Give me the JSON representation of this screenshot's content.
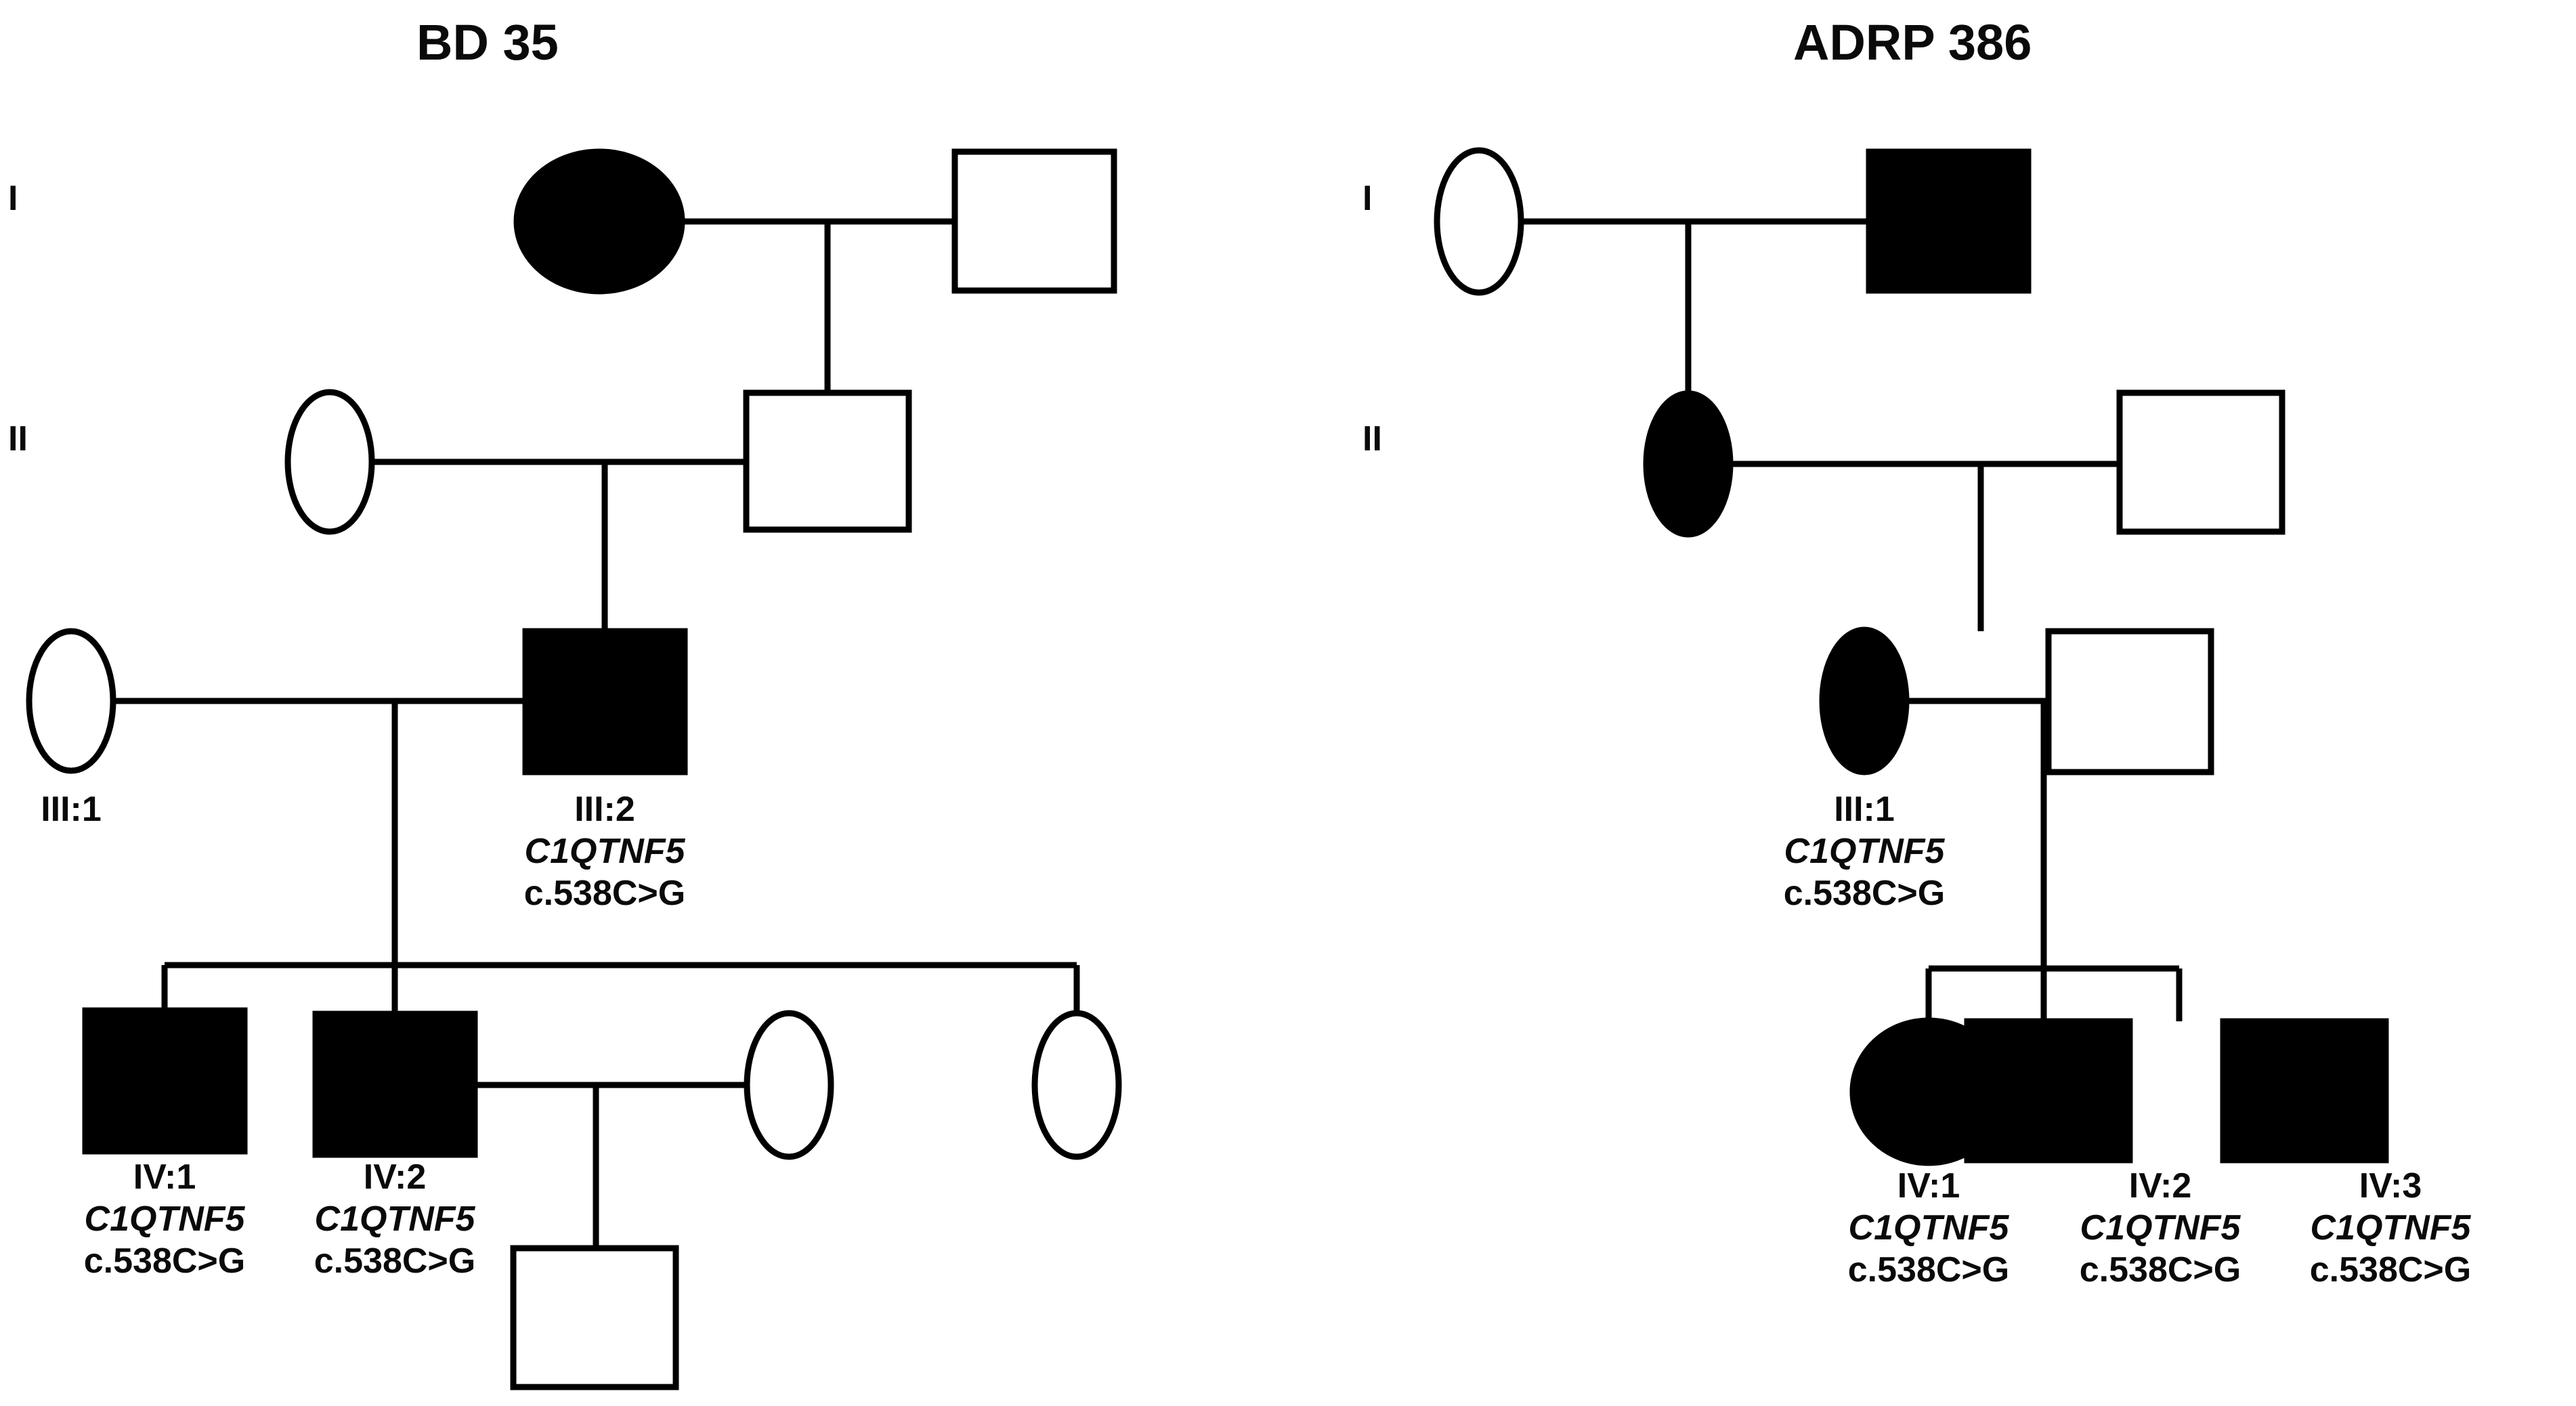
{
  "figure": {
    "background_color": "#ffffff",
    "stroke_color": "#000000",
    "affected_fill": "#000000",
    "unaffected_fill": "#ffffff"
  },
  "pedigrees": [
    {
      "id": "bd-35",
      "title": "BD 35",
      "generation_labels": [
        "I",
        "II"
      ],
      "individuals": [
        {
          "key": "I-1",
          "shape": "circle",
          "sex": "female",
          "affected": true,
          "id_label": "",
          "gene": "",
          "variant": ""
        },
        {
          "key": "I-2",
          "shape": "square",
          "sex": "male",
          "affected": false,
          "id_label": "",
          "gene": "",
          "variant": ""
        },
        {
          "key": "II-1",
          "shape": "circle",
          "sex": "female",
          "affected": false,
          "id_label": "",
          "gene": "",
          "variant": ""
        },
        {
          "key": "II-2",
          "shape": "square",
          "sex": "male",
          "affected": false,
          "id_label": "",
          "gene": "",
          "variant": ""
        },
        {
          "key": "III-1",
          "shape": "circle",
          "sex": "female",
          "affected": false,
          "id_label": "III:1",
          "gene": "",
          "variant": ""
        },
        {
          "key": "III-2",
          "shape": "square",
          "sex": "male",
          "affected": true,
          "id_label": "III:2",
          "gene": "C1QTNF5",
          "variant": "c.538C>G"
        },
        {
          "key": "IV-1",
          "shape": "square",
          "sex": "male",
          "affected": true,
          "id_label": "IV:1",
          "gene": "C1QTNF5",
          "variant": "c.538C>G"
        },
        {
          "key": "IV-2",
          "shape": "square",
          "sex": "male",
          "affected": true,
          "id_label": "IV:2",
          "gene": "C1QTNF5",
          "variant": "c.538C>G"
        },
        {
          "key": "IV-3",
          "shape": "circle",
          "sex": "female",
          "affected": false,
          "id_label": "",
          "gene": "",
          "variant": ""
        },
        {
          "key": "IV-4",
          "shape": "circle",
          "sex": "female",
          "affected": false,
          "id_label": "",
          "gene": "",
          "variant": ""
        },
        {
          "key": "V-1",
          "shape": "square",
          "sex": "male",
          "affected": false,
          "id_label": "",
          "gene": "",
          "variant": ""
        }
      ]
    },
    {
      "id": "adrp-386",
      "title": "ADRP 386",
      "generation_labels": [
        "I",
        "II"
      ],
      "individuals": [
        {
          "key": "I-1",
          "shape": "circle",
          "sex": "female",
          "affected": false,
          "id_label": "",
          "gene": "",
          "variant": ""
        },
        {
          "key": "I-2",
          "shape": "square",
          "sex": "male",
          "affected": true,
          "id_label": "",
          "gene": "",
          "variant": ""
        },
        {
          "key": "II-1",
          "shape": "circle",
          "sex": "female",
          "affected": true,
          "id_label": "",
          "gene": "",
          "variant": ""
        },
        {
          "key": "II-2",
          "shape": "square",
          "sex": "male",
          "affected": false,
          "id_label": "",
          "gene": "",
          "variant": ""
        },
        {
          "key": "III-1",
          "shape": "circle",
          "sex": "female",
          "affected": true,
          "id_label": "III:1",
          "gene": "C1QTNF5",
          "variant": "c.538C>G"
        },
        {
          "key": "III-2",
          "shape": "square",
          "sex": "male",
          "affected": false,
          "id_label": "",
          "gene": "",
          "variant": ""
        },
        {
          "key": "IV-1",
          "shape": "circle",
          "sex": "female",
          "affected": true,
          "id_label": "IV:1",
          "gene": "C1QTNF5",
          "variant": "c.538C>G"
        },
        {
          "key": "IV-2",
          "shape": "square",
          "sex": "male",
          "affected": true,
          "id_label": "IV:2",
          "gene": "C1QTNF5",
          "variant": "c.538C>G"
        },
        {
          "key": "IV-3",
          "shape": "square",
          "sex": "male",
          "affected": true,
          "id_label": "IV:3",
          "gene": "C1QTNF5",
          "variant": "c.538C>G"
        }
      ]
    }
  ],
  "text": {
    "bd35_title": "BD 35",
    "adrp386_title": "ADRP 386",
    "gen_I_left": "I",
    "gen_II_left": "II",
    "gen_I_right": "I",
    "gen_II_right": "II",
    "left_III1_id": "III:1",
    "left_III2_id": "III:2",
    "left_III2_gene": "C1QTNF5",
    "left_III2_variant": "c.538C>G",
    "left_IV1_id": "IV:1",
    "left_IV1_gene": "C1QTNF5",
    "left_IV1_variant": "c.538C>G",
    "left_IV2_id": "IV:2",
    "left_IV2_gene": "C1QTNF5",
    "left_IV2_variant": "c.538C>G",
    "right_III1_id": "III:1",
    "right_III1_gene": "C1QTNF5",
    "right_III1_variant": "c.538C>G",
    "right_IV1_id": "IV:1",
    "right_IV1_gene": "C1QTNF5",
    "right_IV1_variant": "c.538C>G",
    "right_IV2_id": "IV:2",
    "right_IV2_gene": "C1QTNF5",
    "right_IV2_variant": "c.538C>G",
    "right_IV3_id": "IV:3",
    "right_IV3_gene": "C1QTNF5",
    "right_IV3_variant": "c.538C>G"
  }
}
